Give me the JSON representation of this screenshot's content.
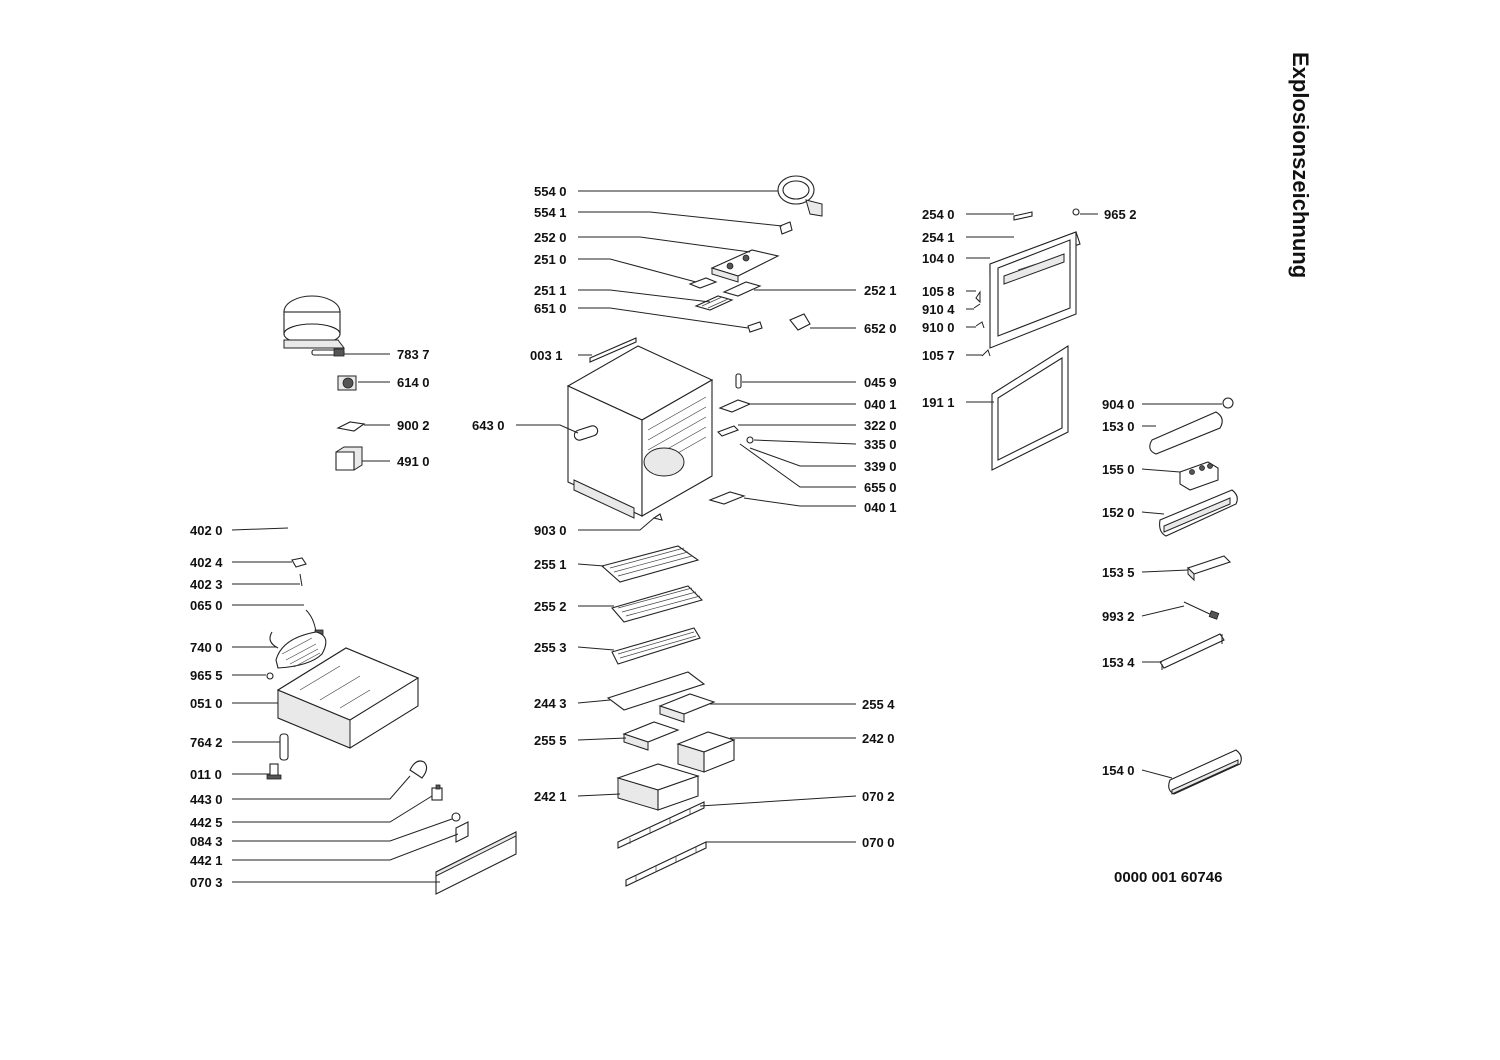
{
  "title": "Explosionszeichnung",
  "drawing_number": "0000 001 60746",
  "labels_left": [
    "783 7",
    "614 0",
    "900 2",
    "491 0",
    "402 0",
    "402 4",
    "402 3",
    "065 0",
    "740 0",
    "965 5",
    "051 0",
    "764 2",
    "011 0",
    "443 0",
    "442 5",
    "084 3",
    "442 1",
    "070 3"
  ],
  "labels_center_left": [
    "554 0",
    "554 1",
    "252 0",
    "251 0",
    "251 1",
    "651 0",
    "003 1",
    "643 0",
    "903 0",
    "255 1",
    "255 2",
    "255 3",
    "244 3",
    "255 5",
    "242 1"
  ],
  "labels_center_right": [
    "252 1",
    "652 0",
    "045 9",
    "040 1",
    "322 0",
    "335 0",
    "339 0",
    "655 0",
    "040 1",
    "255 4",
    "242 0",
    "070 2",
    "070 0"
  ],
  "labels_door": [
    "254 0",
    "254 1",
    "104 0",
    "105 8",
    "910 4",
    "910 0",
    "105 7",
    "191 1",
    "965 2"
  ],
  "labels_door_parts": [
    "904 0",
    "153 0",
    "155 0",
    "152 0",
    "153 5",
    "993 2",
    "153 4",
    "154 0"
  ]
}
